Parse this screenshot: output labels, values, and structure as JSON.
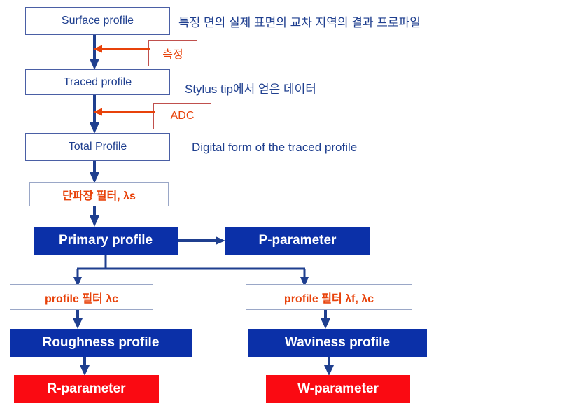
{
  "diagram": {
    "title": "Surface profile measurement flow",
    "colors": {
      "box_blue_fill": "#0b30a8",
      "box_red_fill": "#fa0a12",
      "text_blue": "#1f3f8f",
      "text_red": "#e8420a",
      "arrow_blue": "#1f3f8f",
      "arrow_red": "#e8420a"
    },
    "nodes": {
      "surface_profile": "Surface profile",
      "measure": "측정",
      "traced_profile": "Traced profile",
      "adc": "ADC",
      "total_profile": "Total Profile",
      "short_wave_filter": "단파장 필터, λs",
      "primary_profile": "Primary profile",
      "p_parameter": "P-parameter",
      "profile_filter_lc": "profile 필터 λc",
      "profile_filter_lf_lc": "profile 필터 λf, λc",
      "roughness_profile": "Roughness profile",
      "waviness_profile": "Waviness profile",
      "r_parameter": "R-parameter",
      "w_parameter": "W-parameter"
    },
    "captions": {
      "surface": "특정 면의 실제 표면의 교차 지역의 결과 프로파일",
      "traced": "Stylus tip에서 얻은 데이터",
      "total": "Digital form of the traced profile"
    }
  }
}
